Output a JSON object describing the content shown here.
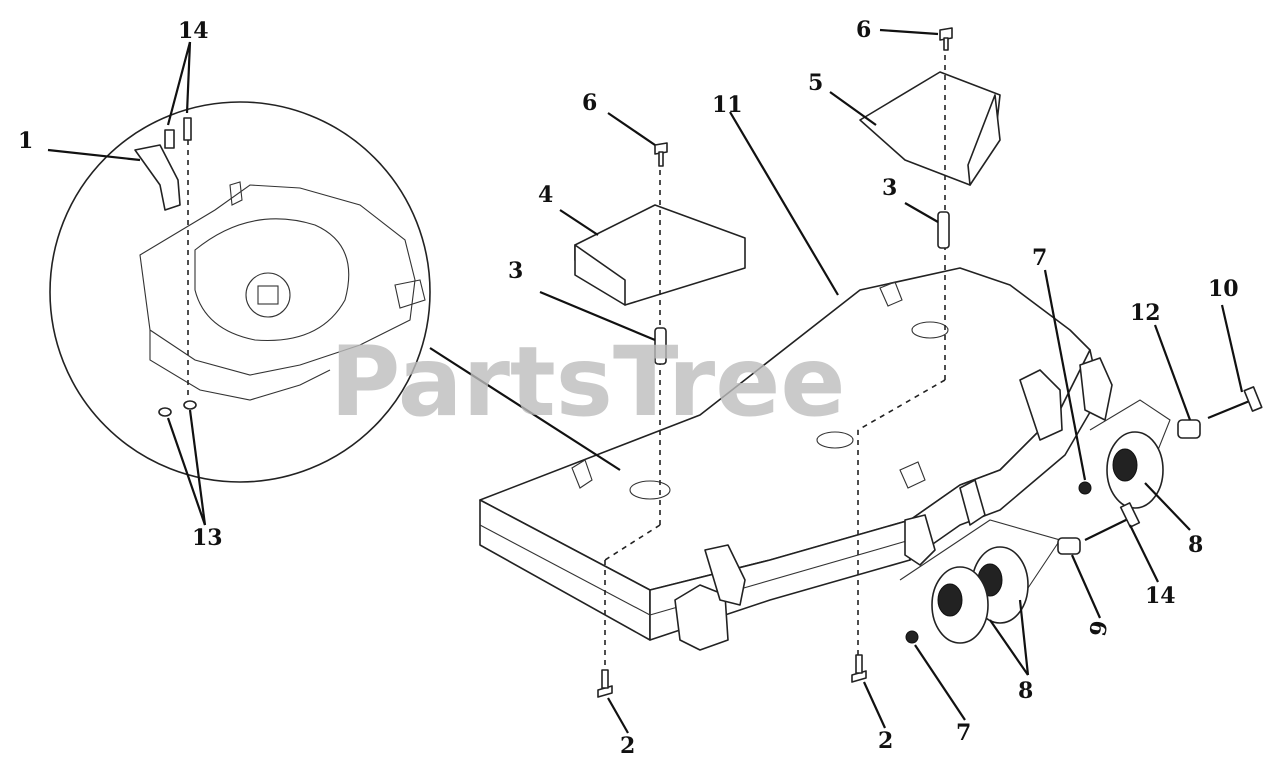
{
  "watermark": "PartsTree",
  "callouts": {
    "c1": "1",
    "c2a": "2",
    "c2b": "2",
    "c3a": "3",
    "c3b": "3",
    "c4": "4",
    "c5": "5",
    "c6a": "6",
    "c6b": "6",
    "c7a": "7",
    "c7b": "7",
    "c8a": "8",
    "c8b": "8",
    "c9": "9",
    "c10": "10",
    "c11": "11",
    "c12": "12",
    "c13": "13",
    "c14a": "14",
    "c14b": "14"
  }
}
